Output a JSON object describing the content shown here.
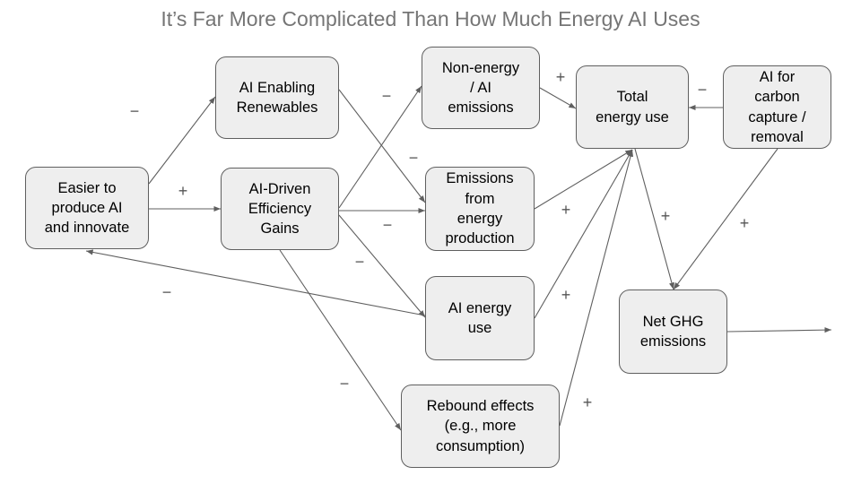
{
  "title": "It’s Far More Complicated Than How Much Energy AI Uses",
  "nodes": {
    "easier": "Easier to\nproduce AI\nand innovate",
    "renew": "AI Enabling\nRenewables",
    "eff": "AI-Driven\nEfficiency\nGains",
    "nonenergy": "Non-energy\n/ AI\nemissions",
    "emissions": "Emissions\nfrom\nenergy\nproduction",
    "aienergy": "AI energy\nuse",
    "rebound": "Rebound effects\n(e.g., more\nconsumption)",
    "total": "Total\nenergy use",
    "carbon": "AI for\ncarbon\ncapture /\nremoval",
    "ghg": "Net GHG\nemissions"
  },
  "signs": {
    "s1": "−",
    "s2": "+",
    "s3": "−",
    "s4": "−",
    "s5": "−",
    "s6": "−",
    "s7": "−",
    "s8": "−",
    "s9": "+",
    "s10": "−",
    "s11": "+",
    "s12": "+",
    "s13": "+",
    "s14": "+",
    "s15": "+"
  },
  "colors": {
    "edge": "#5f5f5f",
    "node_fill": "#eeeeee",
    "title": "#757575"
  }
}
